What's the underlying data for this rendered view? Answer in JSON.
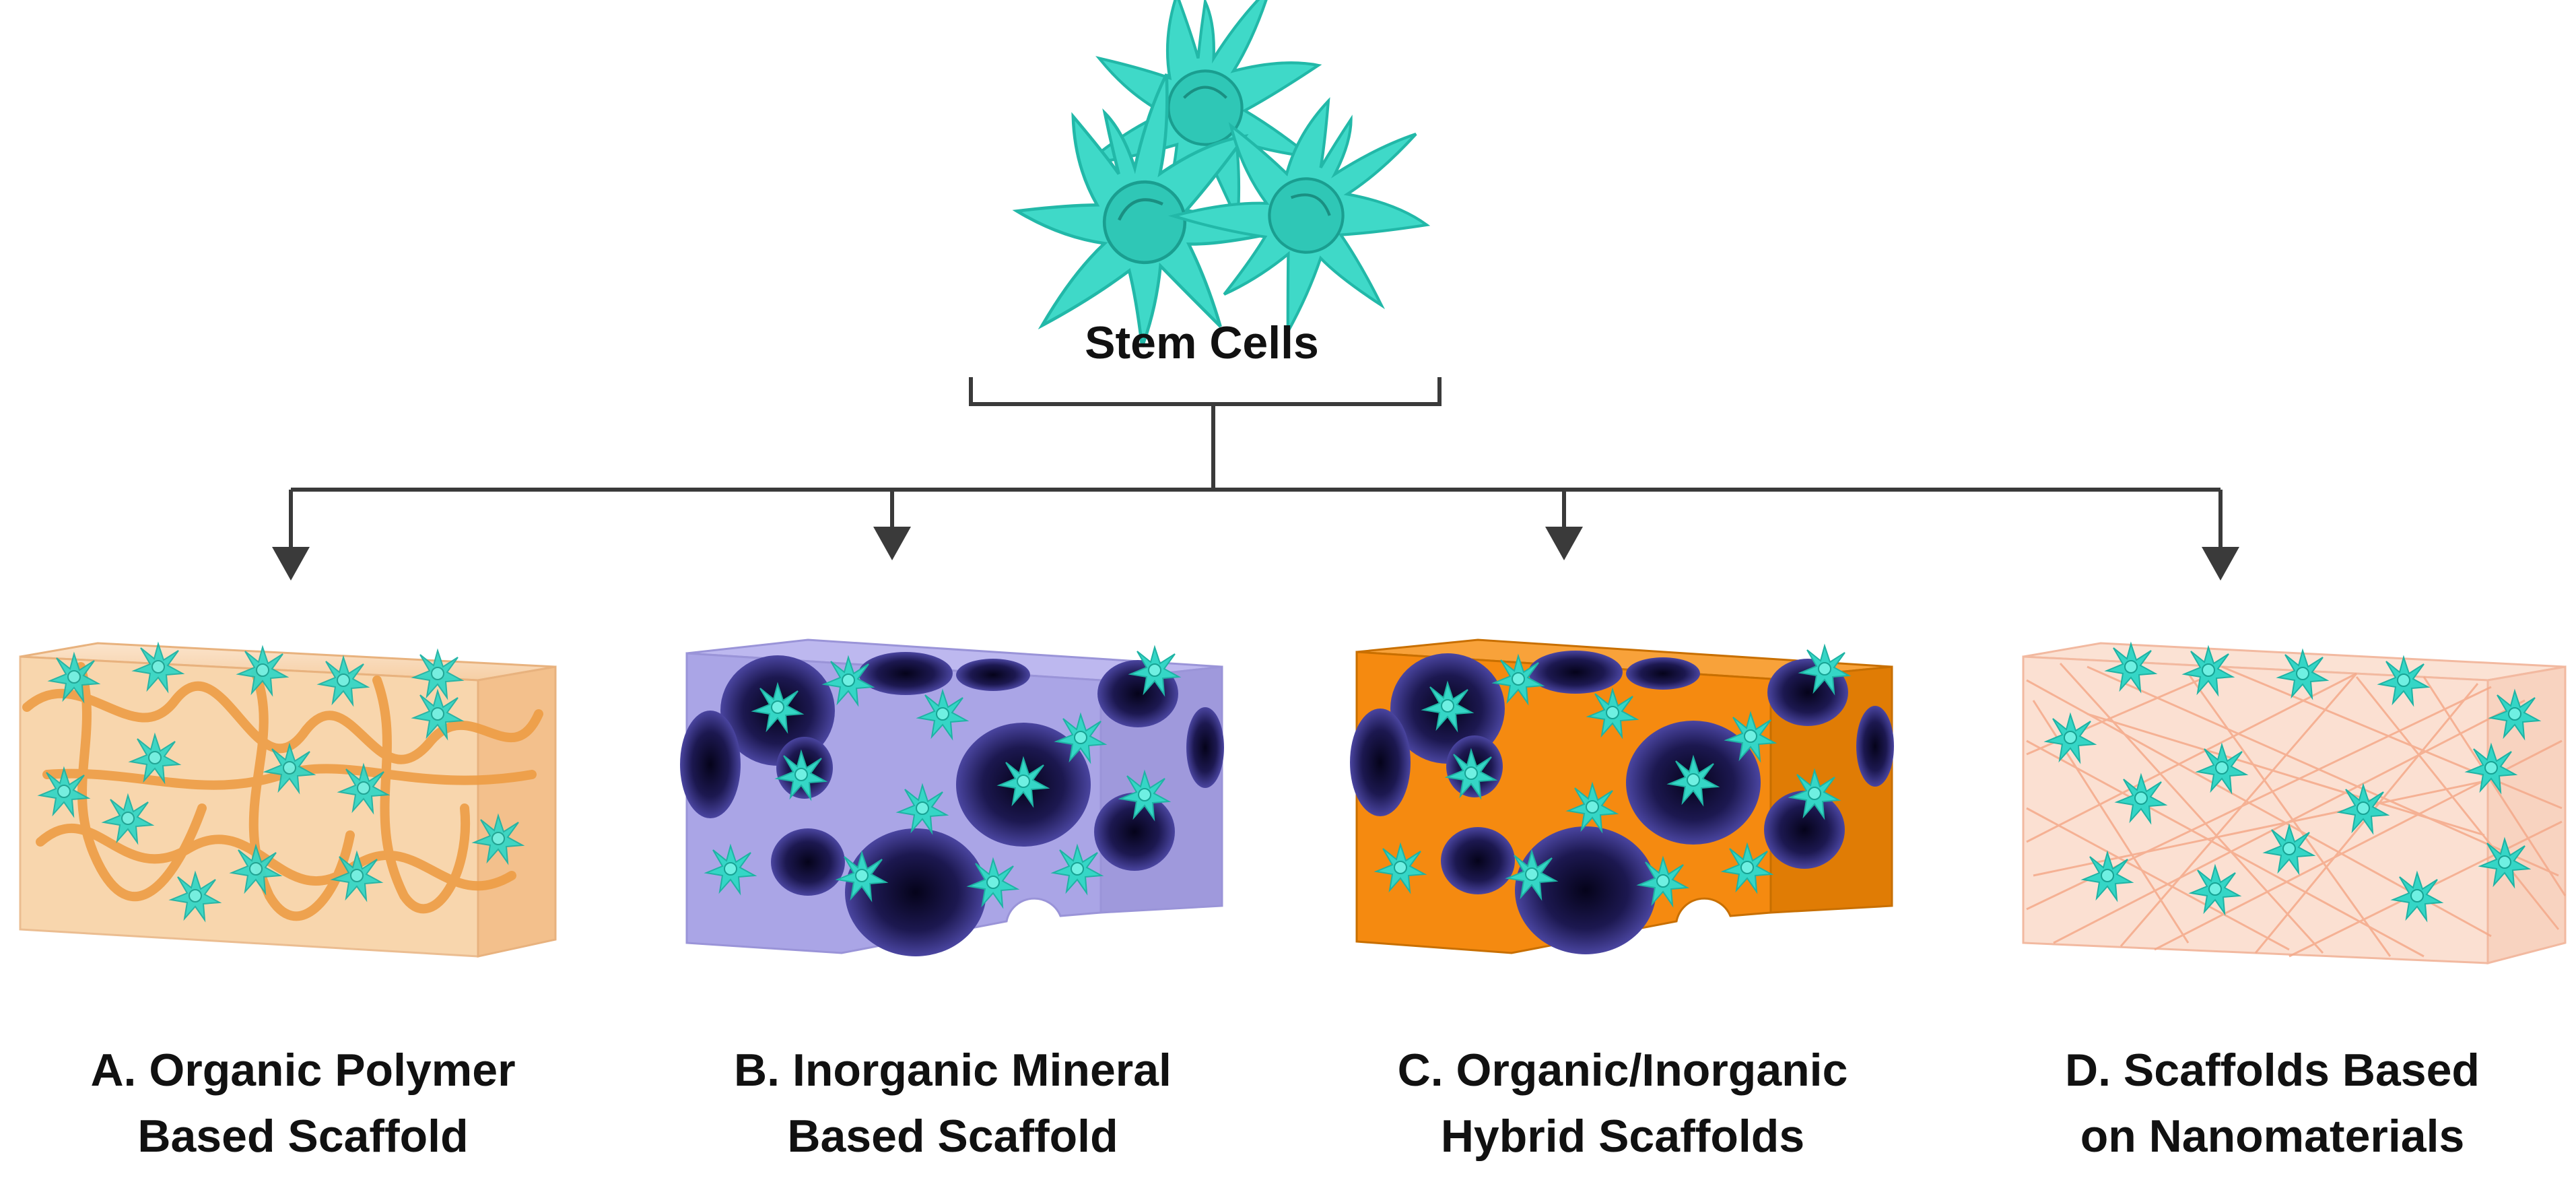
{
  "root": {
    "label": "Stem Cells",
    "icon": "stem-cell-cluster-icon",
    "cell_color": "#3fd9c8"
  },
  "branches": [
    {
      "letter": "A.",
      "line1": "A. Organic Polymer",
      "line2": "Based Scaffold",
      "icon": "organic-polymer-scaffold-icon",
      "color": "#f5c79a"
    },
    {
      "letter": "B.",
      "line1": "B. Inorganic Mineral",
      "line2": "Based Scaffold",
      "icon": "inorganic-mineral-scaffold-icon",
      "color": "#aaa5e6"
    },
    {
      "letter": "C.",
      "line1": "C. Organic/Inorganic",
      "line2": "Hybrid Scaffolds",
      "icon": "hybrid-scaffold-icon",
      "color": "#f58a10"
    },
    {
      "letter": "D.",
      "line1": "D. Scaffolds Based",
      "line2": "on Nanomaterials",
      "icon": "nanomaterial-scaffold-icon",
      "color": "#f9d7c6"
    }
  ]
}
